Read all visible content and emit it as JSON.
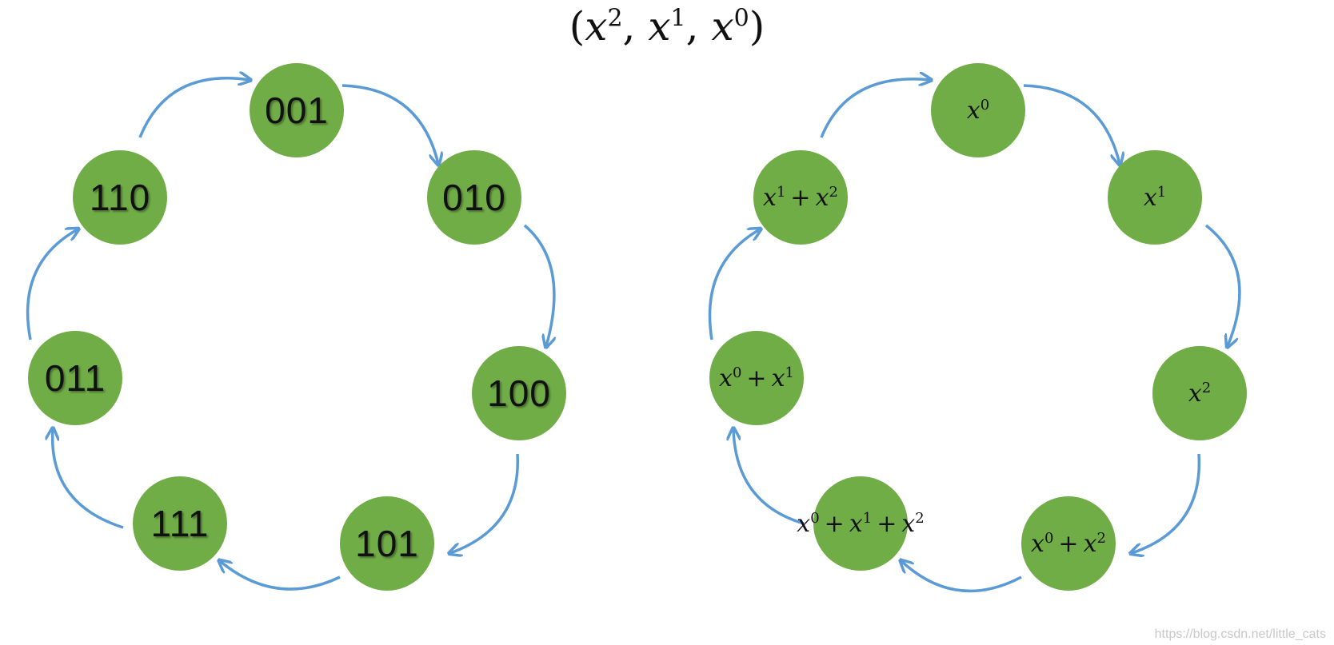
{
  "title": {
    "base": "x",
    "exps": [
      "2",
      "1",
      "0"
    ]
  },
  "left_cycle": {
    "nodes": [
      "001",
      "010",
      "100",
      "101",
      "111",
      "011",
      "110"
    ]
  },
  "right_cycle": {
    "nodes": [
      [
        {
          "t": "x",
          "e": "0"
        }
      ],
      [
        {
          "t": "x",
          "e": "1"
        }
      ],
      [
        {
          "t": "x",
          "e": "2"
        }
      ],
      [
        {
          "t": "x",
          "e": "0"
        },
        {
          "t": "x",
          "e": "2"
        }
      ],
      [
        {
          "t": "x",
          "e": "0"
        },
        {
          "t": "x",
          "e": "1"
        },
        {
          "t": "x",
          "e": "2"
        }
      ],
      [
        {
          "t": "x",
          "e": "0"
        },
        {
          "t": "x",
          "e": "1"
        }
      ],
      [
        {
          "t": "x",
          "e": "1"
        },
        {
          "t": "x",
          "e": "2"
        }
      ]
    ]
  },
  "operator": "+",
  "colors": {
    "node_fill": "#70ad47",
    "arrow": "#5b9bd5"
  },
  "watermark": "https://blog.csdn.net/little_cats"
}
